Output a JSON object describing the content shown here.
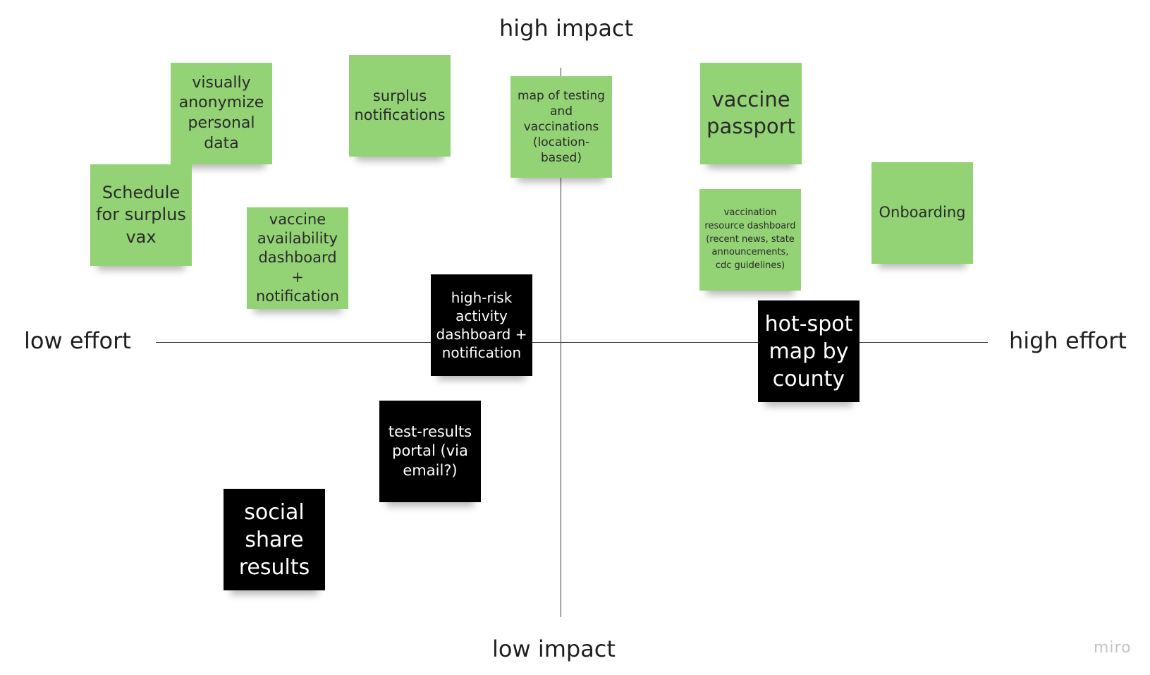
{
  "axes": {
    "top": "high impact",
    "bottom": "low impact",
    "left": "low effort",
    "right": "high effort"
  },
  "notes": {
    "visually_anonymize": "visually anonymize personal data",
    "surplus_notifications": "surplus notifications",
    "map_testing": "map of testing and vaccinations (location-based)",
    "vaccine_passport": "vaccine passport",
    "schedule_surplus": "Schedule for surplus vax",
    "vaccine_availability": "vaccine availability dashboard + notification",
    "vaccination_resource": "vaccination resource dashboard (recent news, state announcements, cdc guidelines)",
    "onboarding": "Onboarding",
    "high_risk": "high-risk activity dashboard + notification",
    "hot_spot": "hot-spot map by county",
    "test_results": "test-results portal (via email?)",
    "social_share": "social share results"
  },
  "colors": {
    "green_note": "#93d275",
    "black_note": "#000000"
  },
  "branding": {
    "logo": "miro"
  }
}
